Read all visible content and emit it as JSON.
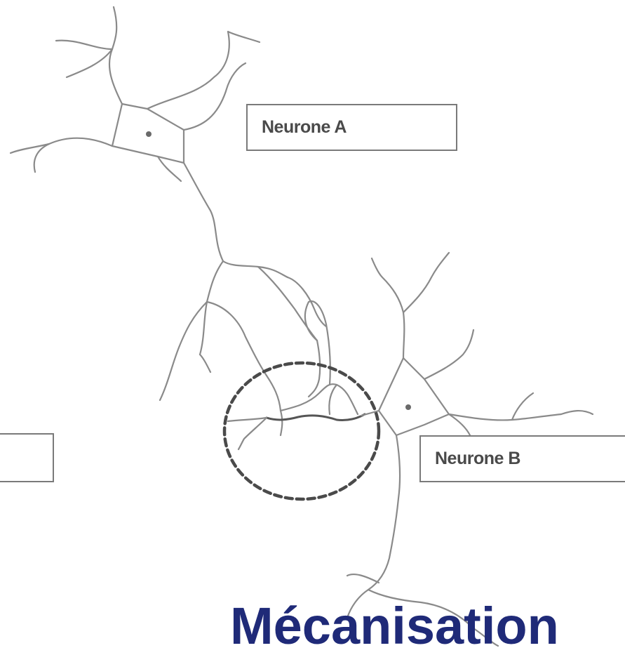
{
  "labels": {
    "neuron_a": "Neurone A",
    "neuron_b": "Neurone B",
    "left_box": ""
  },
  "title_partial": "Mécanisation",
  "colors": {
    "axon_line": "#8a8a8a",
    "highlight_circle": "#4a4a4a",
    "label_border": "#7a7a7a",
    "label_text": "#4a4a4a",
    "title_text": "#1f2a78"
  }
}
